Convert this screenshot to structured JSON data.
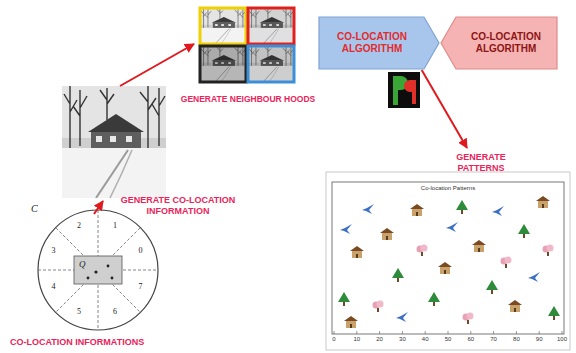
{
  "diagram": {
    "nodes": [
      {
        "text": [
          "CO-LOCATION INFORMATIONS"
        ]
      },
      {
        "text": [
          "GENERATE NEIGHBOUR HOODS"
        ]
      },
      {
        "text": [
          "CO-LOCATION ALGORITHM"
        ]
      },
      {
        "text": [
          "CO-LOCATION ALGORITHM"
        ]
      },
      {
        "text": [
          "GENERATE PATTERNS"
        ]
      }
    ],
    "edges": [
      {
        "from": 2,
        "to": 4,
        "arrow": "to"
      }
    ],
    "labels": [
      "GENERATE CO-LOCATION INFORMATION",
      "Co-location Patterns",
      "C",
      "Q",
      "0",
      "1",
      "2",
      "3",
      "4",
      "5",
      "6",
      "7",
      "0",
      "10",
      "20",
      "30",
      "40",
      "50",
      "60",
      "70",
      "80",
      "90",
      "100"
    ]
  }
}
